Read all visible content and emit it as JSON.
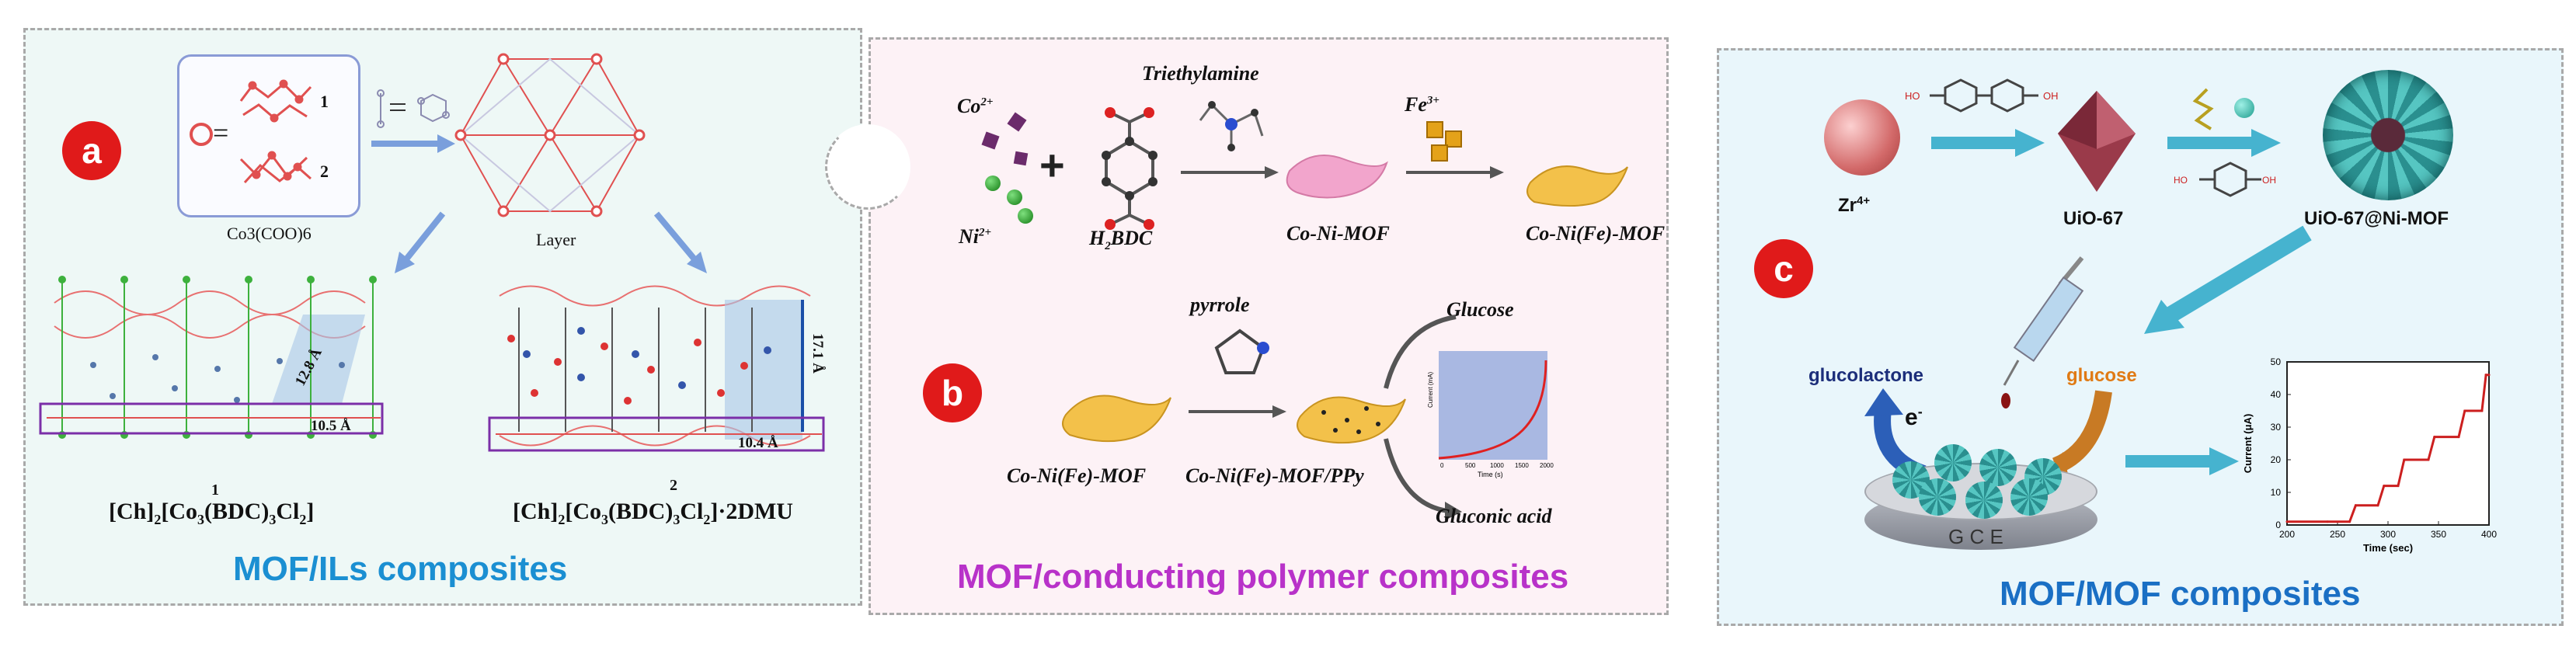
{
  "panel_a": {
    "badge": "a",
    "legend_1": "1",
    "legend_2": "2",
    "cluster_label": "Co3(COO)6",
    "layer_label": "Layer",
    "dim_12_8": "12.8 Å",
    "dim_10_5": "10.5 Å",
    "dim_17_1": "17.1 Å",
    "dim_10_4": "10.4 Å",
    "num_1": "1",
    "num_2": "2",
    "formula_1": "[Ch]2[Co3(BDC)3Cl2]",
    "formula_2": "[Ch]2[Co3(BDC)3Cl2]·2DMU",
    "caption": "MOF/ILs composites"
  },
  "panel_b": {
    "badge": "b",
    "co_ion": "Co2+",
    "ni_ion": "Ni2+",
    "plus": "+",
    "h2bdc": "H2BDC",
    "triethylamine": "Triethylamine",
    "fe_ion": "Fe3+",
    "co_ni_mof": "Co-Ni-MOF",
    "co_ni_fe_mof": "Co-Ni(Fe)-MOF",
    "pyrrole": "pyrrole",
    "co_ni_fe_mof_2": "Co-Ni(Fe)-MOF",
    "co_ni_fe_mof_ppy": "Co-Ni(Fe)-MOF/PPy",
    "glucose": "Glucose",
    "gluconic_acid": "Gluconic acid",
    "caption": "MOF/conducting polymer composites"
  },
  "panel_c": {
    "badge": "c",
    "zr_ion": "Zr4+",
    "uio67": "UiO-67",
    "uio67_ni": "UiO-67@Ni-MOF",
    "glucolactone": "glucolactone",
    "glucose": "glucose",
    "electron": "e-",
    "gce": "G C E",
    "caption": "MOF/MOF composites"
  },
  "inset_chart_b": {
    "ylabel": "Current (mA)",
    "xlabel": "Time (s)",
    "xticks": [
      "0",
      "500",
      "1000",
      "1500",
      "2000"
    ]
  },
  "chart_data": {
    "type": "line",
    "xlabel": "Time (sec)",
    "ylabel": "Current (μA)",
    "xlim": [
      200,
      400
    ],
    "ylim": [
      0,
      50
    ],
    "xticks": [
      "200",
      "250",
      "300",
      "350",
      "400"
    ],
    "yticks": [
      "0",
      "10",
      "20",
      "30",
      "40",
      "50"
    ],
    "series": [
      {
        "x": [
          200,
          240,
          262,
          268,
          290,
          296,
          310,
          316,
          340,
          346,
          370,
          376,
          393,
          397,
          400
        ],
        "values": [
          1,
          1,
          1,
          6,
          6,
          12,
          12,
          20,
          20,
          27,
          27,
          35,
          35,
          46,
          46
        ]
      }
    ]
  },
  "colors": {
    "caption_a": "#1b8fd2",
    "caption_b": "#b832c9",
    "caption_c": "#1a6fc4",
    "badge": "#e01a1a",
    "red_trace": "#cc1f1f"
  }
}
